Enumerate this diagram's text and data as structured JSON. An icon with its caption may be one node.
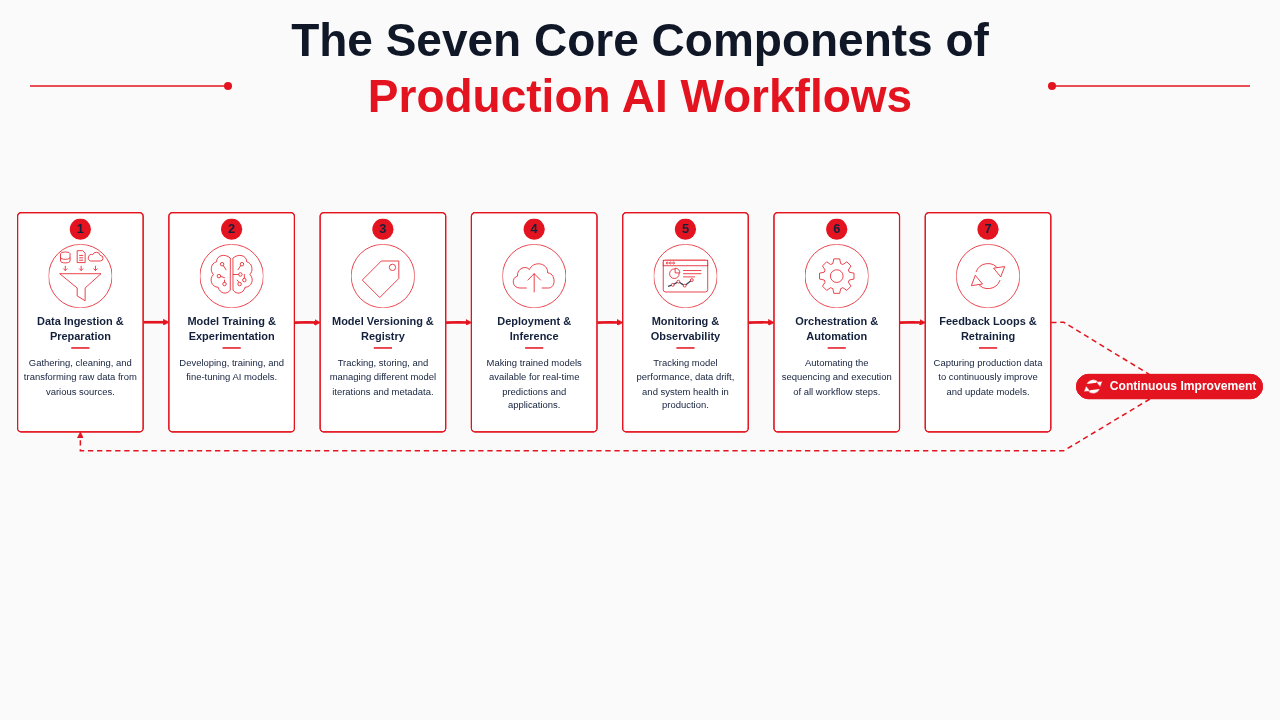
{
  "diagram": {
    "title": "The Seven Core Components of Production AI Workflows",
    "nodes": [
      {
        "text": [
          "1",
          "Data Ingestion & Preparation",
          "Gathering, cleaning, and transforming raw data from various sources."
        ]
      },
      {
        "text": [
          "2",
          "Model Training & Experimentation",
          "Developing, training, and fine-tuning AI models."
        ]
      },
      {
        "text": [
          "3",
          "Model Versioning & Registry",
          "Tracking, storing, and managing different model iterations and metadata."
        ]
      },
      {
        "text": [
          "4",
          "Deployment & Inference",
          "Making trained models available for real-time predictions and applications."
        ]
      },
      {
        "text": [
          "5",
          "Monitoring & Observability",
          "Tracking model performance, data drift, and system health in production."
        ]
      },
      {
        "text": [
          "6",
          "Orchestration & Automation",
          "Automating the sequencing and execution of all workflow steps."
        ]
      },
      {
        "text": [
          "7",
          "Feedback Loops & Retraining",
          "Capturing production data to continuously improve and update models."
        ]
      },
      {
        "text": [
          "Continuous Improvement"
        ]
      }
    ],
    "edges": [
      {
        "from": 0,
        "to": 1,
        "arrow": "to"
      },
      {
        "from": 1,
        "to": 2,
        "arrow": "to"
      },
      {
        "from": 2,
        "to": 3,
        "arrow": "to"
      },
      {
        "from": 3,
        "to": 4,
        "arrow": "to"
      },
      {
        "from": 4,
        "to": 5,
        "arrow": "to"
      },
      {
        "from": 5,
        "to": 6,
        "arrow": "to"
      },
      {
        "from": 6,
        "to": 7,
        "arrow": "none",
        "style": "dashed"
      },
      {
        "from": 7,
        "to": 0,
        "arrow": "to",
        "style": "dashed"
      }
    ]
  }
}
